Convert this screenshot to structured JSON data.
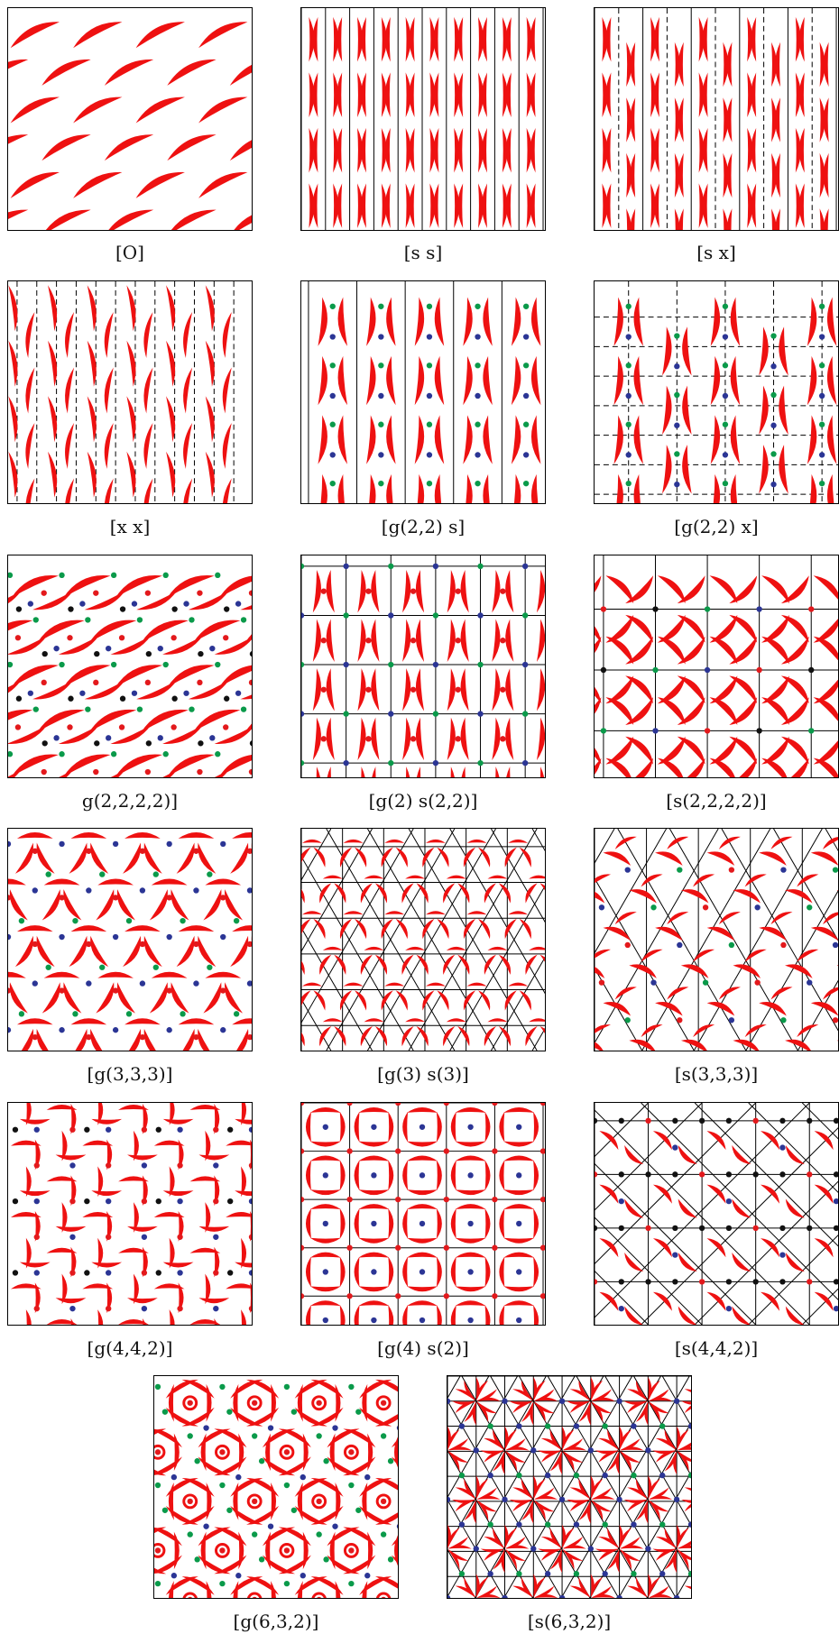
{
  "colors": {
    "motif": "#ee1111",
    "line": "#000000",
    "dot_red": "#e3191c",
    "dot_blue": "#2b3595",
    "dot_green": "#0a9a4a",
    "dot_black": "#111111"
  },
  "panels": [
    {
      "label": "[O]",
      "pattern": "o"
    },
    {
      "label": "[s s]",
      "pattern": "ss"
    },
    {
      "label": "[s x]",
      "pattern": "sx"
    },
    {
      "label": "[x x]",
      "pattern": "xx"
    },
    {
      "label": "[g(2,2) s]",
      "pattern": "g22s"
    },
    {
      "label": "[g(2,2) x]",
      "pattern": "g22x"
    },
    {
      "label": "g(2,2,2,2)]",
      "pattern": "g2222"
    },
    {
      "label": "[g(2) s(2,2)]",
      "pattern": "g2s22"
    },
    {
      "label": "[s(2,2,2,2)]",
      "pattern": "s2222"
    },
    {
      "label": "[g(3,3,3)]",
      "pattern": "g333"
    },
    {
      "label": "[g(3) s(3)]",
      "pattern": "g3s3"
    },
    {
      "label": "[s(3,3,3)]",
      "pattern": "s333"
    },
    {
      "label": "[g(4,4,2)]",
      "pattern": "g442"
    },
    {
      "label": "[g(4) s(2)]",
      "pattern": "g4s2"
    },
    {
      "label": "[s(4,4,2)]",
      "pattern": "s442"
    },
    {
      "label": "[g(6,3,2)]",
      "pattern": "g632"
    },
    {
      "label": "[s(6,3,2)]",
      "pattern": "s632"
    }
  ]
}
